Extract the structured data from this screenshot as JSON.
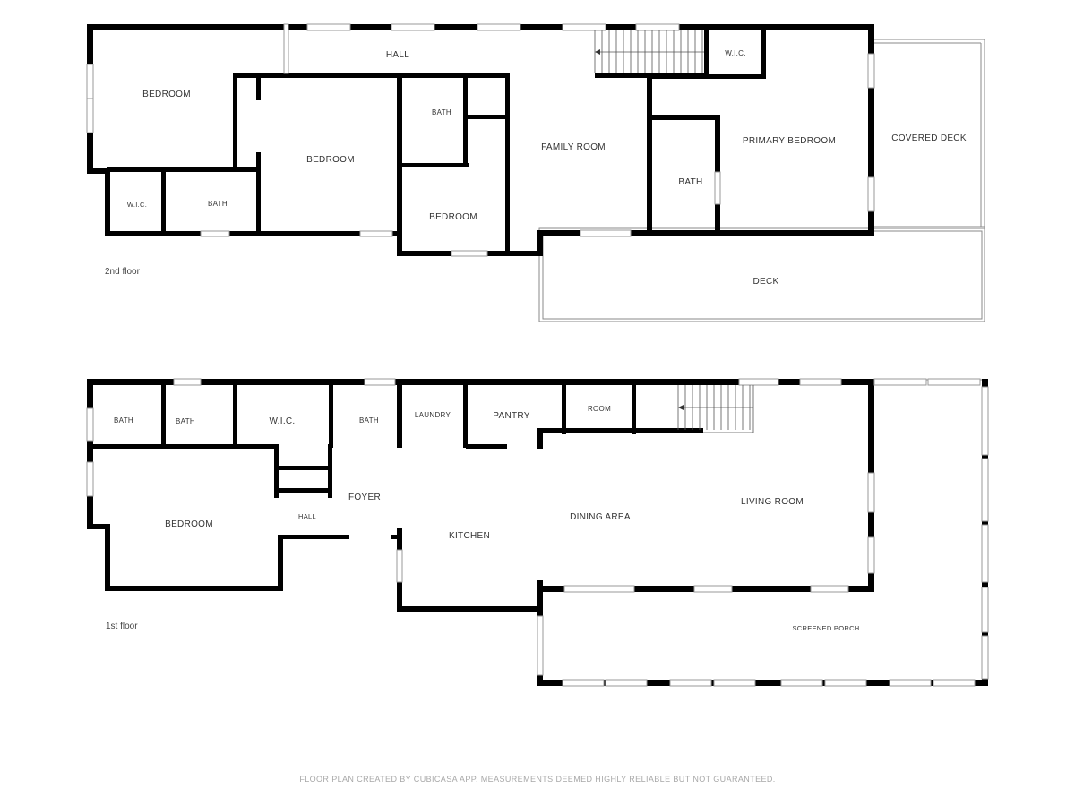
{
  "floors": {
    "second": {
      "label": "2nd floor",
      "rooms": {
        "hall": "HALL",
        "bedroom_left": "BEDROOM",
        "bedroom_mid": "BEDROOM",
        "bath_upper": "BATH",
        "family_room": "FAMILY ROOM",
        "wic_right": "W.I.C.",
        "primary_bedroom": "PRIMARY BEDROOM",
        "covered_deck": "COVERED DECK",
        "wic_left": "W.I.C.",
        "bath_left": "BATH",
        "bedroom_small": "BEDROOM",
        "bath_primary": "BATH",
        "deck": "DECK"
      }
    },
    "first": {
      "label": "1st floor",
      "rooms": {
        "bath_1": "BATH",
        "bath_2": "BATH",
        "wic": "W.I.C.",
        "bath_3": "BATH",
        "laundry": "LAUNDRY",
        "pantry": "PANTRY",
        "room": "ROOM",
        "foyer": "FOYER",
        "hall": "HALL",
        "bedroom": "BEDROOM",
        "kitchen": "KITCHEN",
        "dining_area": "DINING AREA",
        "living_room": "LIVING ROOM",
        "screened_porch": "SCREENED PORCH"
      }
    }
  },
  "footer": "FLOOR PLAN CREATED BY CUBICASA APP. MEASUREMENTS DEEMED HIGHLY RELIABLE BUT NOT GUARANTEED."
}
